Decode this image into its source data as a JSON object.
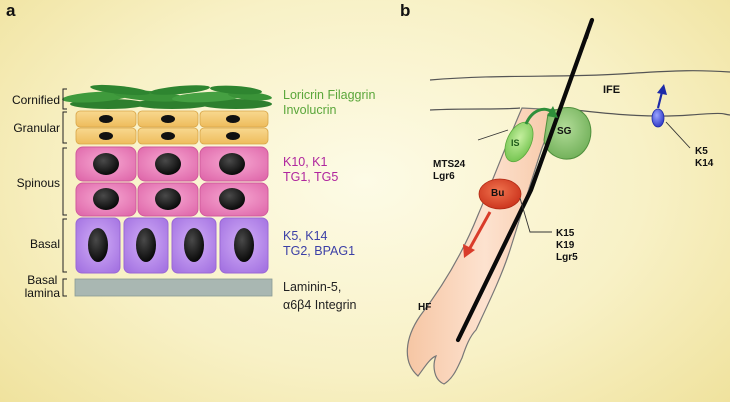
{
  "panel_a": {
    "letter": "a",
    "layers": {
      "cornified": "Cornified",
      "granular": "Granular",
      "spinous": "Spinous",
      "basal": "Basal",
      "basal_lamina_1": "Basal",
      "basal_lamina_2": "lamina"
    },
    "markers": {
      "cornified_1": "Loricrin Filaggrin",
      "cornified_2": "Involucrin",
      "spinous_1": "K10, K1",
      "spinous_2": "TG1, TG5",
      "basal_1": "K5, K14",
      "basal_2": "TG2, BPAG1",
      "lamina_1": "Laminin-5,",
      "lamina_2": "α6β4 Integrin"
    },
    "colors": {
      "cornified": "#3d9a3a",
      "granular": "#f2c46c",
      "spinous": "#e97ab5",
      "basal": "#b07ee8",
      "lamina": "#a9b7b2",
      "marker_green": "#5aa63a",
      "marker_magenta": "#b0269e",
      "marker_blue": "#3b3fa6"
    }
  },
  "panel_b": {
    "letter": "b",
    "labels": {
      "ife": "IFE",
      "sg": "SG",
      "is": "IS",
      "bu": "Bu",
      "hf": "HF"
    },
    "markers": {
      "mts24": "MTS24",
      "lgr6": "Lgr6",
      "k5": "K5",
      "k14": "K14",
      "k15": "K15",
      "k19": "K19",
      "lgr5": "Lgr5"
    },
    "colors": {
      "follicle": "#f8d0b4",
      "isthmus": "#8fd06a",
      "sebaceous": "#8cc271",
      "bulge": "#e6492a",
      "ife_cell": "#4a55d8",
      "arrow_red": "#d93b2a",
      "arrow_green": "#3a9a3a",
      "arrow_blue": "#1d2aa8"
    }
  }
}
